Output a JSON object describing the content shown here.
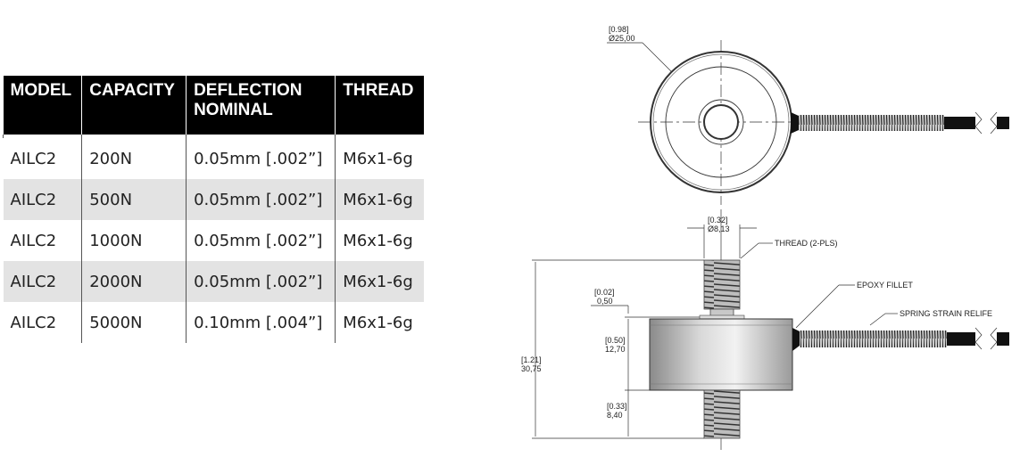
{
  "table": {
    "headers": [
      [
        "MODEL"
      ],
      [
        "CAPACITY"
      ],
      [
        "DEFLECTION",
        "NOMINAL"
      ],
      [
        "THREAD"
      ]
    ],
    "rows": [
      [
        "AILC2",
        "200N",
        "0.05mm [.002”]",
        "M6x1-6g"
      ],
      [
        "AILC2",
        "500N",
        "0.05mm [.002”]",
        "M6x1-6g"
      ],
      [
        "AILC2",
        "1000N",
        "0.05mm [.002”]",
        "M6x1-6g"
      ],
      [
        "AILC2",
        "2000N",
        "0.05mm [.002”]",
        "M6x1-6g"
      ],
      [
        "AILC2",
        "5000N",
        "0.10mm [.004”]",
        "M6x1-6g"
      ]
    ]
  },
  "drawing": {
    "top_dia_in": "[0.98]",
    "top_dia_mm": "Ø25,00",
    "thread_dia_in": "[0.32]",
    "thread_dia_mm": "Ø8,13",
    "thread_label": "THREAD (2-PLS)",
    "epoxy_label": "EPOXY FILLET",
    "spring_label": "SPRING STRAIN RELIFE",
    "lip_in": "[0.02]",
    "lip_mm": "0,50",
    "body_in": "[0.50]",
    "body_mm": "12,70",
    "total_in": "[1.21]",
    "total_mm": "30,75",
    "stud_in": "[0.33]",
    "stud_mm": "8,40"
  }
}
